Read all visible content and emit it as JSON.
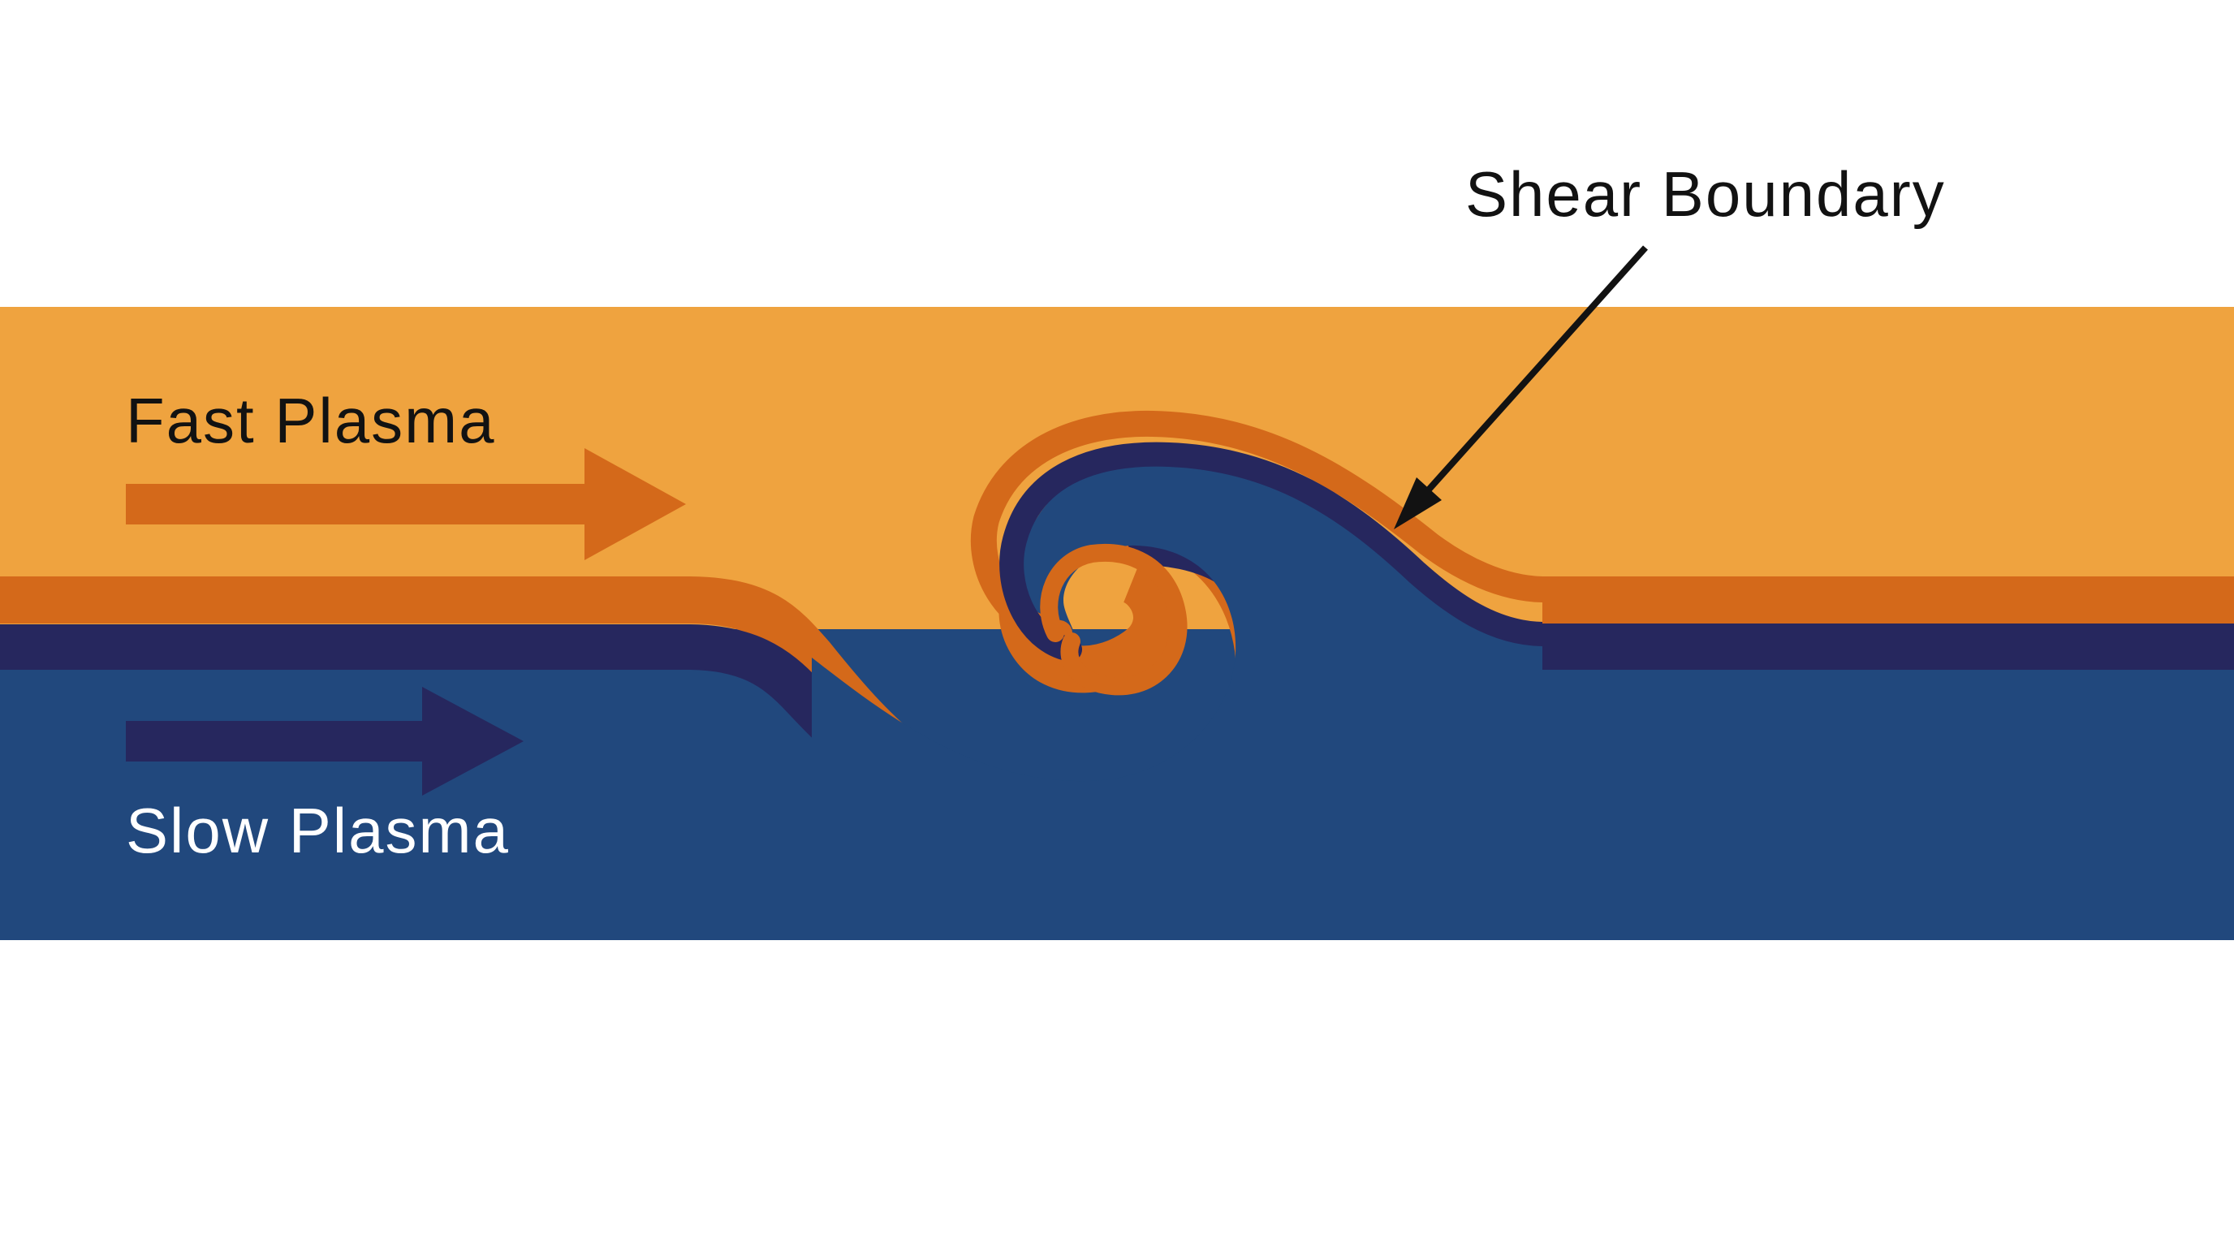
{
  "labels": {
    "fast_plasma": "Fast Plasma",
    "slow_plasma": "Slow Plasma",
    "shear_boundary": "Shear Boundary"
  },
  "colors": {
    "fast_layer": "#EFA33F",
    "fast_boundary": "#D4691A",
    "slow_boundary": "#26275E",
    "slow_layer": "#21487D",
    "annotation": "#121212",
    "background": "#FFFFFF"
  }
}
